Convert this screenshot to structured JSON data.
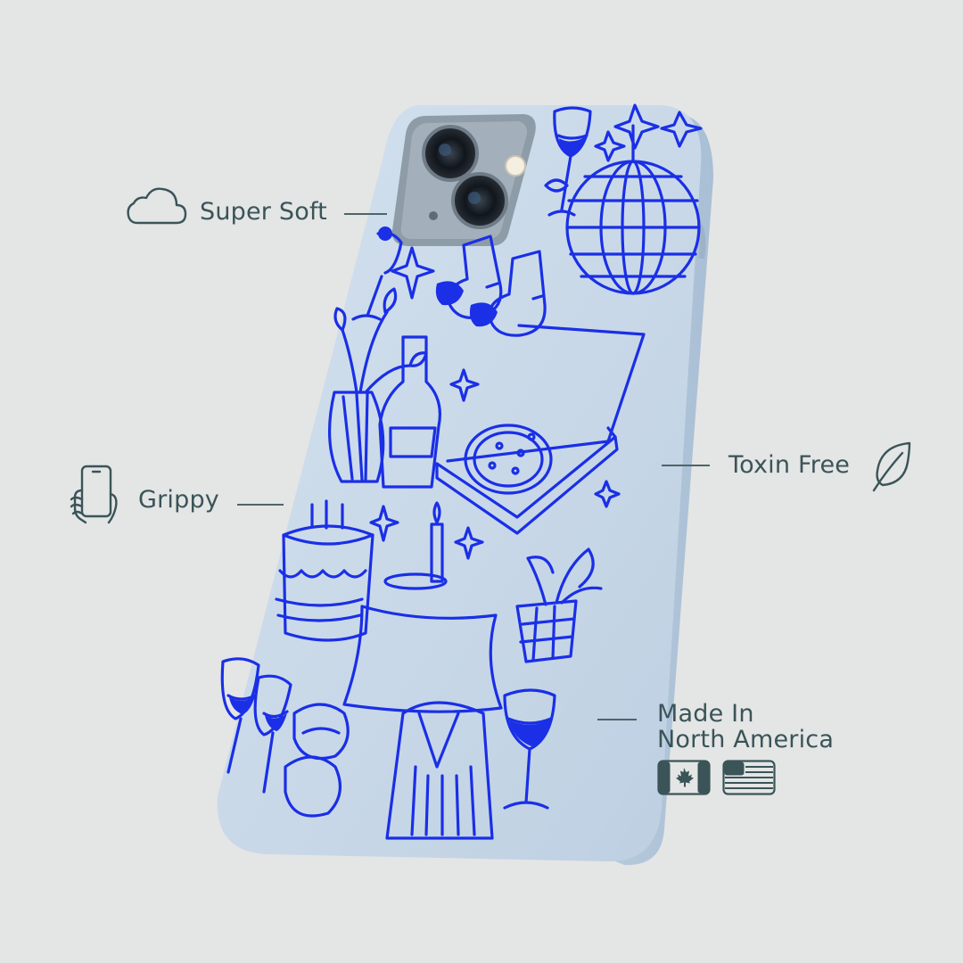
{
  "features": {
    "super_soft": {
      "label": "Super Soft",
      "icon": "cloud-icon"
    },
    "grippy": {
      "label": "Grippy",
      "icon": "hand-holding-phone-icon"
    },
    "toxin_free": {
      "label": "Toxin Free",
      "icon": "leaf-icon"
    },
    "made_in": {
      "line1": "Made In",
      "line2": "North America",
      "icons": [
        "canada-flag-icon",
        "usa-flag-icon"
      ]
    }
  },
  "colors": {
    "background": "#e4e5e5",
    "text": "#3a5458",
    "case": "#c9d9e8",
    "doodle": "#1a2fe6"
  }
}
